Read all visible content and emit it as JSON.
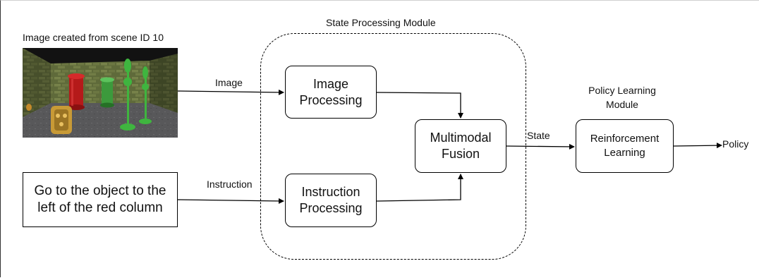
{
  "image_caption": "Image created from scene ID 10",
  "instruction_text": "Go to the object to the  left of the red column",
  "module_label": "State Processing Module",
  "policy_module_label": "Policy Learning Module",
  "boxes": {
    "image_processing": "Image Processing",
    "instruction_processing": "Instruction Processing",
    "fusion": "Multimodal Fusion",
    "rl": "Reinforcement Learning"
  },
  "edges": {
    "image": "Image",
    "instruction": "Instruction",
    "state": "State",
    "policy": "Policy"
  }
}
